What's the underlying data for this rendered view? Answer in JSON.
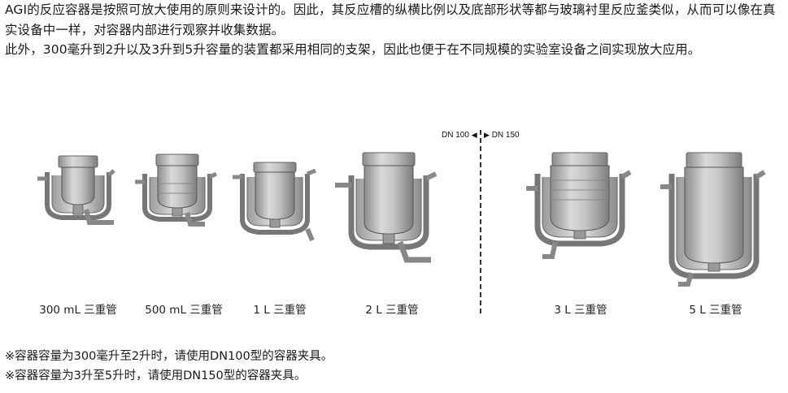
{
  "intro": {
    "line1": "AGI的反应容器是按照可放大使用的原则来设计的。因此，其反应槽的纵横比例以及底部形状等都与玻璃衬里反应釜类似，从而可以像在真实设备中一样，对容器内部进行观察并收集数据。",
    "line2": "此外，300毫升到2升以及3升到5升容量的装置都采用相同的支架，因此也便于在不同规模的实验室设备之间实现放大应用。"
  },
  "divider": {
    "left_label": "DN 100",
    "right_label": "DN 150"
  },
  "reactors": [
    {
      "caption": "300 mL 三重管"
    },
    {
      "caption": "500 mL 三重管"
    },
    {
      "caption": "1 L 三重管"
    },
    {
      "caption": "2 L 三重管"
    },
    {
      "caption": "3 L 三重管"
    },
    {
      "caption": "5 L 三重管"
    }
  ],
  "notes": [
    "※容器容量为300毫升至2升时，请使用DN100型的容器夹具。",
    "※容器容量为3升至5升时，请使用DN150型的容器夹具。"
  ]
}
